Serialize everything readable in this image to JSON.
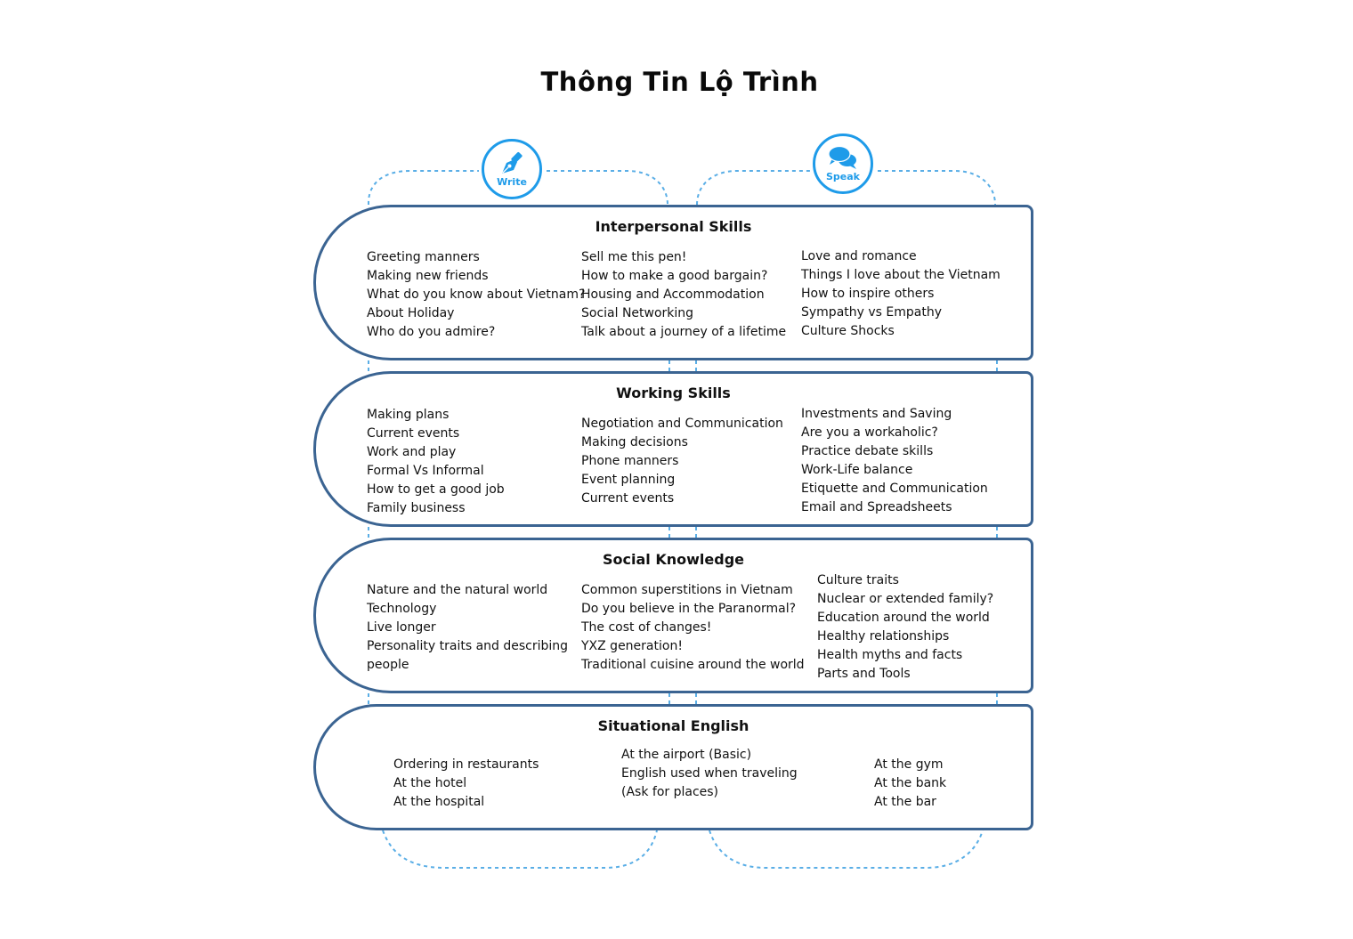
{
  "title": "Thông Tin Lộ Trình",
  "badges": {
    "write": {
      "label": "Write",
      "icon": "pen-nib-icon"
    },
    "speak": {
      "label": "Speak",
      "icon": "speech-bubbles-icon"
    }
  },
  "colors": {
    "card_border": "#3b6492",
    "accent": "#1e9be9",
    "dashed_track": "#5aaee6"
  },
  "sections": [
    {
      "title": "Interpersonal Skills",
      "columns": [
        [
          "Greeting manners",
          "Making new friends",
          "What do you know about Vietnam?",
          "About Holiday",
          "Who do you admire?"
        ],
        [
          "Sell me this pen!",
          "How to make a good bargain?",
          "Housing and Accommodation",
          "Social Networking",
          "Talk about a journey of a lifetime"
        ],
        [
          "Love and romance",
          "Things I love about the Vietnam",
          "How to inspire others",
          "Sympathy vs Empathy",
          "Culture Shocks"
        ]
      ]
    },
    {
      "title": "Working Skills",
      "columns": [
        [
          "Making plans",
          "Current events",
          "Work and play",
          "Formal Vs Informal",
          "How to get a good job",
          "Family business"
        ],
        [
          "Negotiation and Communication",
          "Making decisions",
          "Phone manners",
          "Event planning",
          "Current events"
        ],
        [
          "Investments and Saving",
          "Are you a workaholic?",
          "Practice debate skills",
          "Work-Life balance",
          "Etiquette and Communication",
          "Email and Spreadsheets"
        ]
      ]
    },
    {
      "title": "Social Knowledge",
      "columns": [
        [
          "Nature and the natural world",
          "Technology",
          "Live longer",
          "Personality traits and describing people"
        ],
        [
          "Common superstitions in Vietnam",
          "Do you believe in the Paranormal?",
          "The cost of changes!",
          "YXZ generation!",
          "Traditional cuisine around the world"
        ],
        [
          "Culture traits",
          "Nuclear or extended family?",
          "Education around the world",
          "Healthy relationships",
          "Health myths and facts",
          "Parts and Tools"
        ]
      ]
    },
    {
      "title": "Situational English",
      "columns": [
        [
          "Ordering in restaurants",
          "At the hotel",
          "At the hospital"
        ],
        [
          "At the airport (Basic)",
          "English used when traveling (Ask for places)"
        ],
        [
          "At the gym",
          "At the bank",
          "At the bar"
        ]
      ]
    }
  ]
}
